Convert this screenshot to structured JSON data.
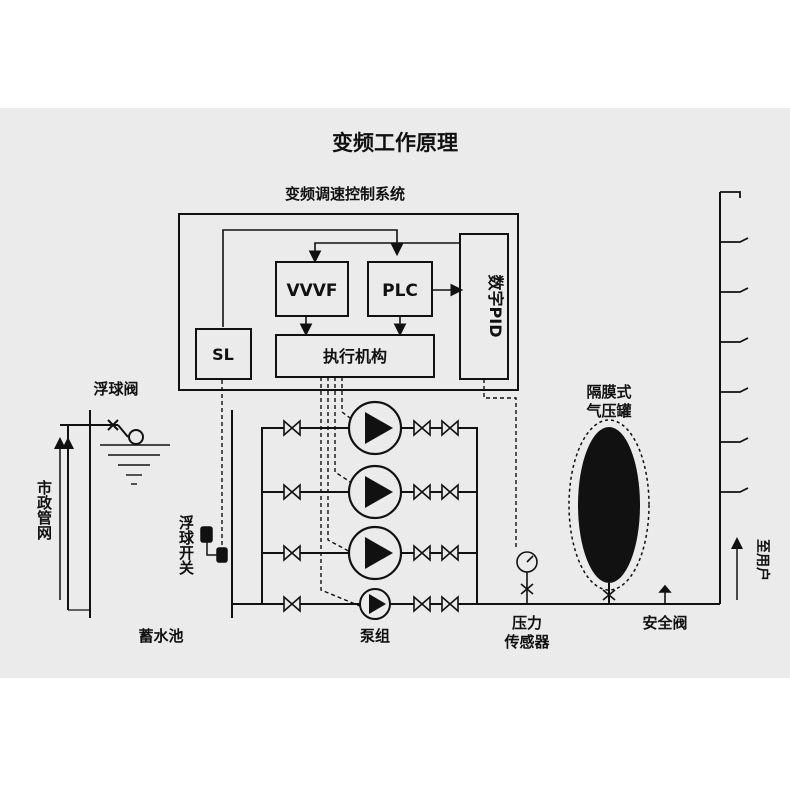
{
  "title": "变频工作原理",
  "system_label": "变频调速控制系统",
  "blocks": {
    "vvvf": "VVVF",
    "plc": "PLC",
    "sl": "SL",
    "actuator": "执行机构",
    "pid": "数字PID"
  },
  "labels": {
    "float_valve": "浮球阀",
    "municipal_pipe": "市政管网",
    "float_switch": "浮球开关",
    "reservoir": "蓄水池",
    "pump_group": "泵组",
    "pressure_sensor_line1": "压力",
    "pressure_sensor_line2": "传感器",
    "safety_valve": "安全阀",
    "tank_line1": "隔膜式",
    "tank_line2": "气压罐",
    "to_users": "至用户"
  },
  "colors": {
    "background": "#ebebeb",
    "ink": "#111111",
    "page": "#ffffff"
  }
}
